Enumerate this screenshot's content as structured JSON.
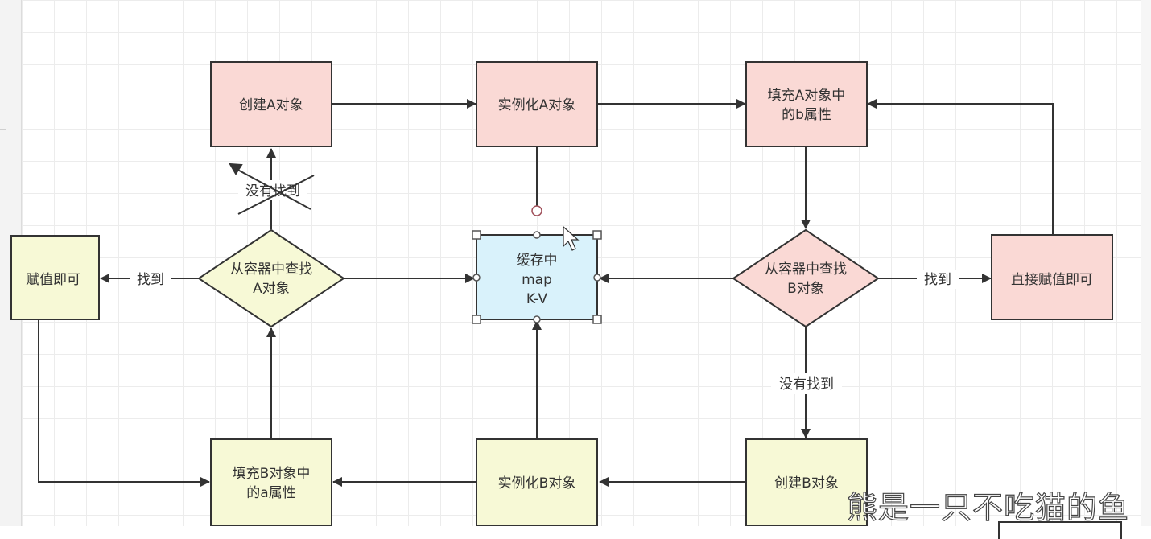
{
  "nodes": {
    "create_a": "创建A对象",
    "instantiate_a": "实例化A对象",
    "fill_a_b": [
      "填充A对象中",
      "的b属性"
    ],
    "find_a": [
      "从容器中查找",
      "A对象"
    ],
    "cache": [
      "缓存中",
      "map",
      "K-V"
    ],
    "find_b": [
      "从容器中查找",
      "B对象"
    ],
    "assign_left": "赋值即可",
    "assign_right": "直接赋值即可",
    "fill_b_a": [
      "填充B对象中",
      "的a属性"
    ],
    "instantiate_b": "实例化B对象",
    "create_b": "创建B对象"
  },
  "edge_labels": {
    "not_found_a": "没有找到",
    "found_a": "找到",
    "found_b": "找到",
    "not_found_b": "没有找到"
  },
  "watermark": "熊是一只不吃猫的鱼",
  "colors": {
    "pink_fill": "#fad9d5",
    "green_fill": "#f7f9d6",
    "cache_fill": "#d9f2fb",
    "stroke": "#333333"
  }
}
